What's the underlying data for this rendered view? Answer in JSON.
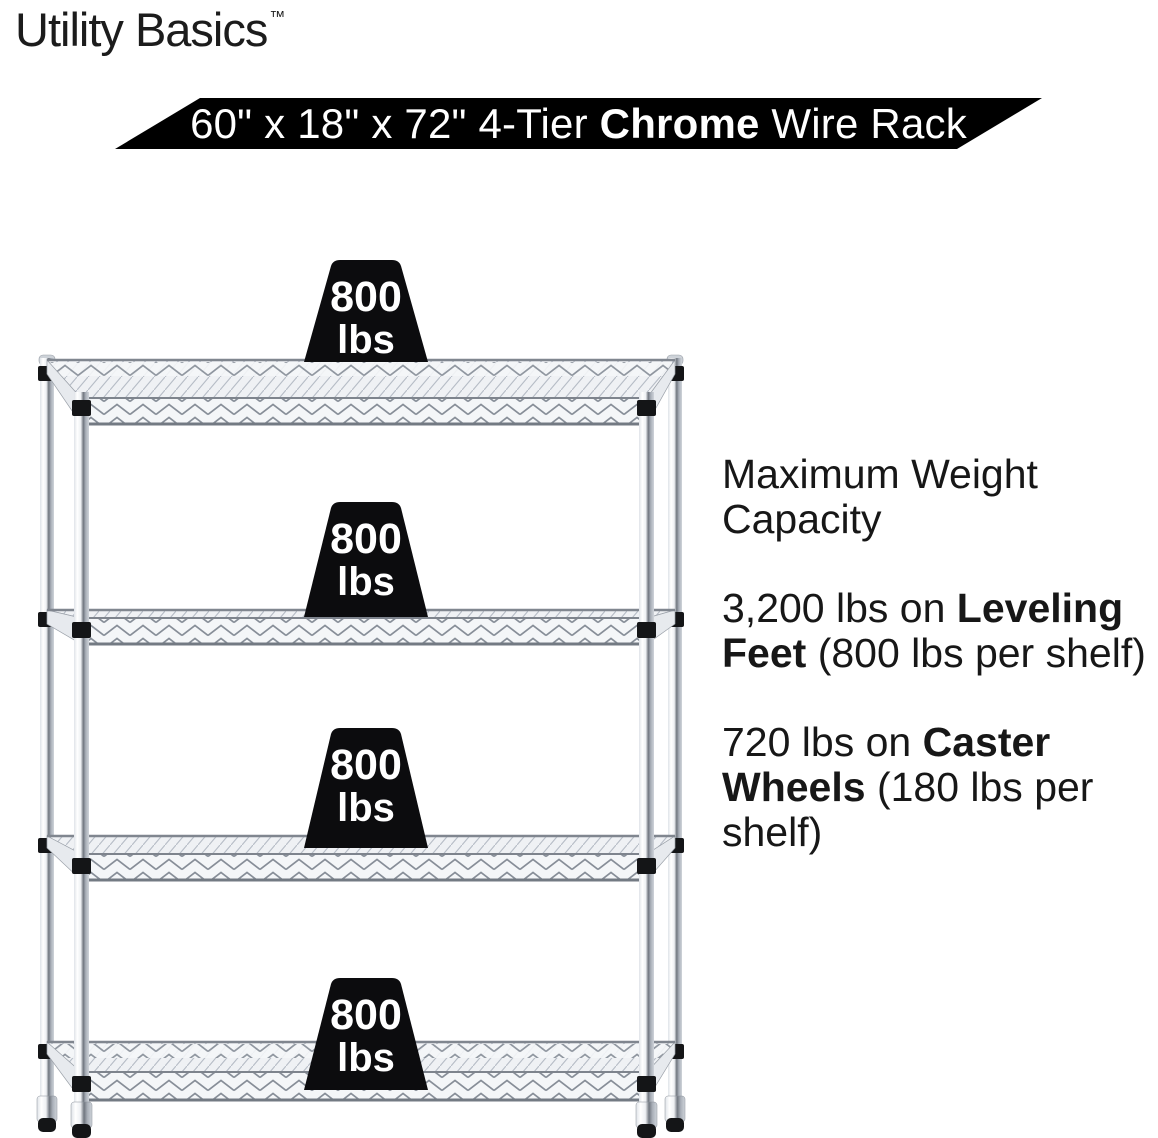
{
  "brand": {
    "name": "Utility Basics",
    "trademark": "™"
  },
  "banner": {
    "part_regular_1": "60\" x 18\" x 72\" 4-Tier ",
    "part_bold": "Chrome",
    "part_regular_2": " Wire Rack",
    "background": "#000000",
    "text_color": "#ffffff"
  },
  "rack": {
    "tiers": 4,
    "finish": "Chrome",
    "shelf_weights": [
      {
        "value": "800",
        "unit": "lbs"
      },
      {
        "value": "800",
        "unit": "lbs"
      },
      {
        "value": "800",
        "unit": "lbs"
      },
      {
        "value": "800",
        "unit": "lbs"
      }
    ]
  },
  "info": {
    "heading": "Maximum Weight Capacity",
    "leveling": {
      "prefix": "3,200 lbs on ",
      "bold": "Leveling Feet",
      "suffix": " (800 lbs per shelf)"
    },
    "caster": {
      "prefix": "720 lbs on ",
      "bold": "Caster Wheels",
      "suffix": " (180 lbs per shelf)"
    }
  },
  "colors": {
    "background": "#ffffff",
    "text": "#171717",
    "banner_bg": "#000000",
    "weight_marker": "#0c0c0e",
    "chrome_light": "#f2f4f6",
    "chrome_dark": "#70767f"
  }
}
